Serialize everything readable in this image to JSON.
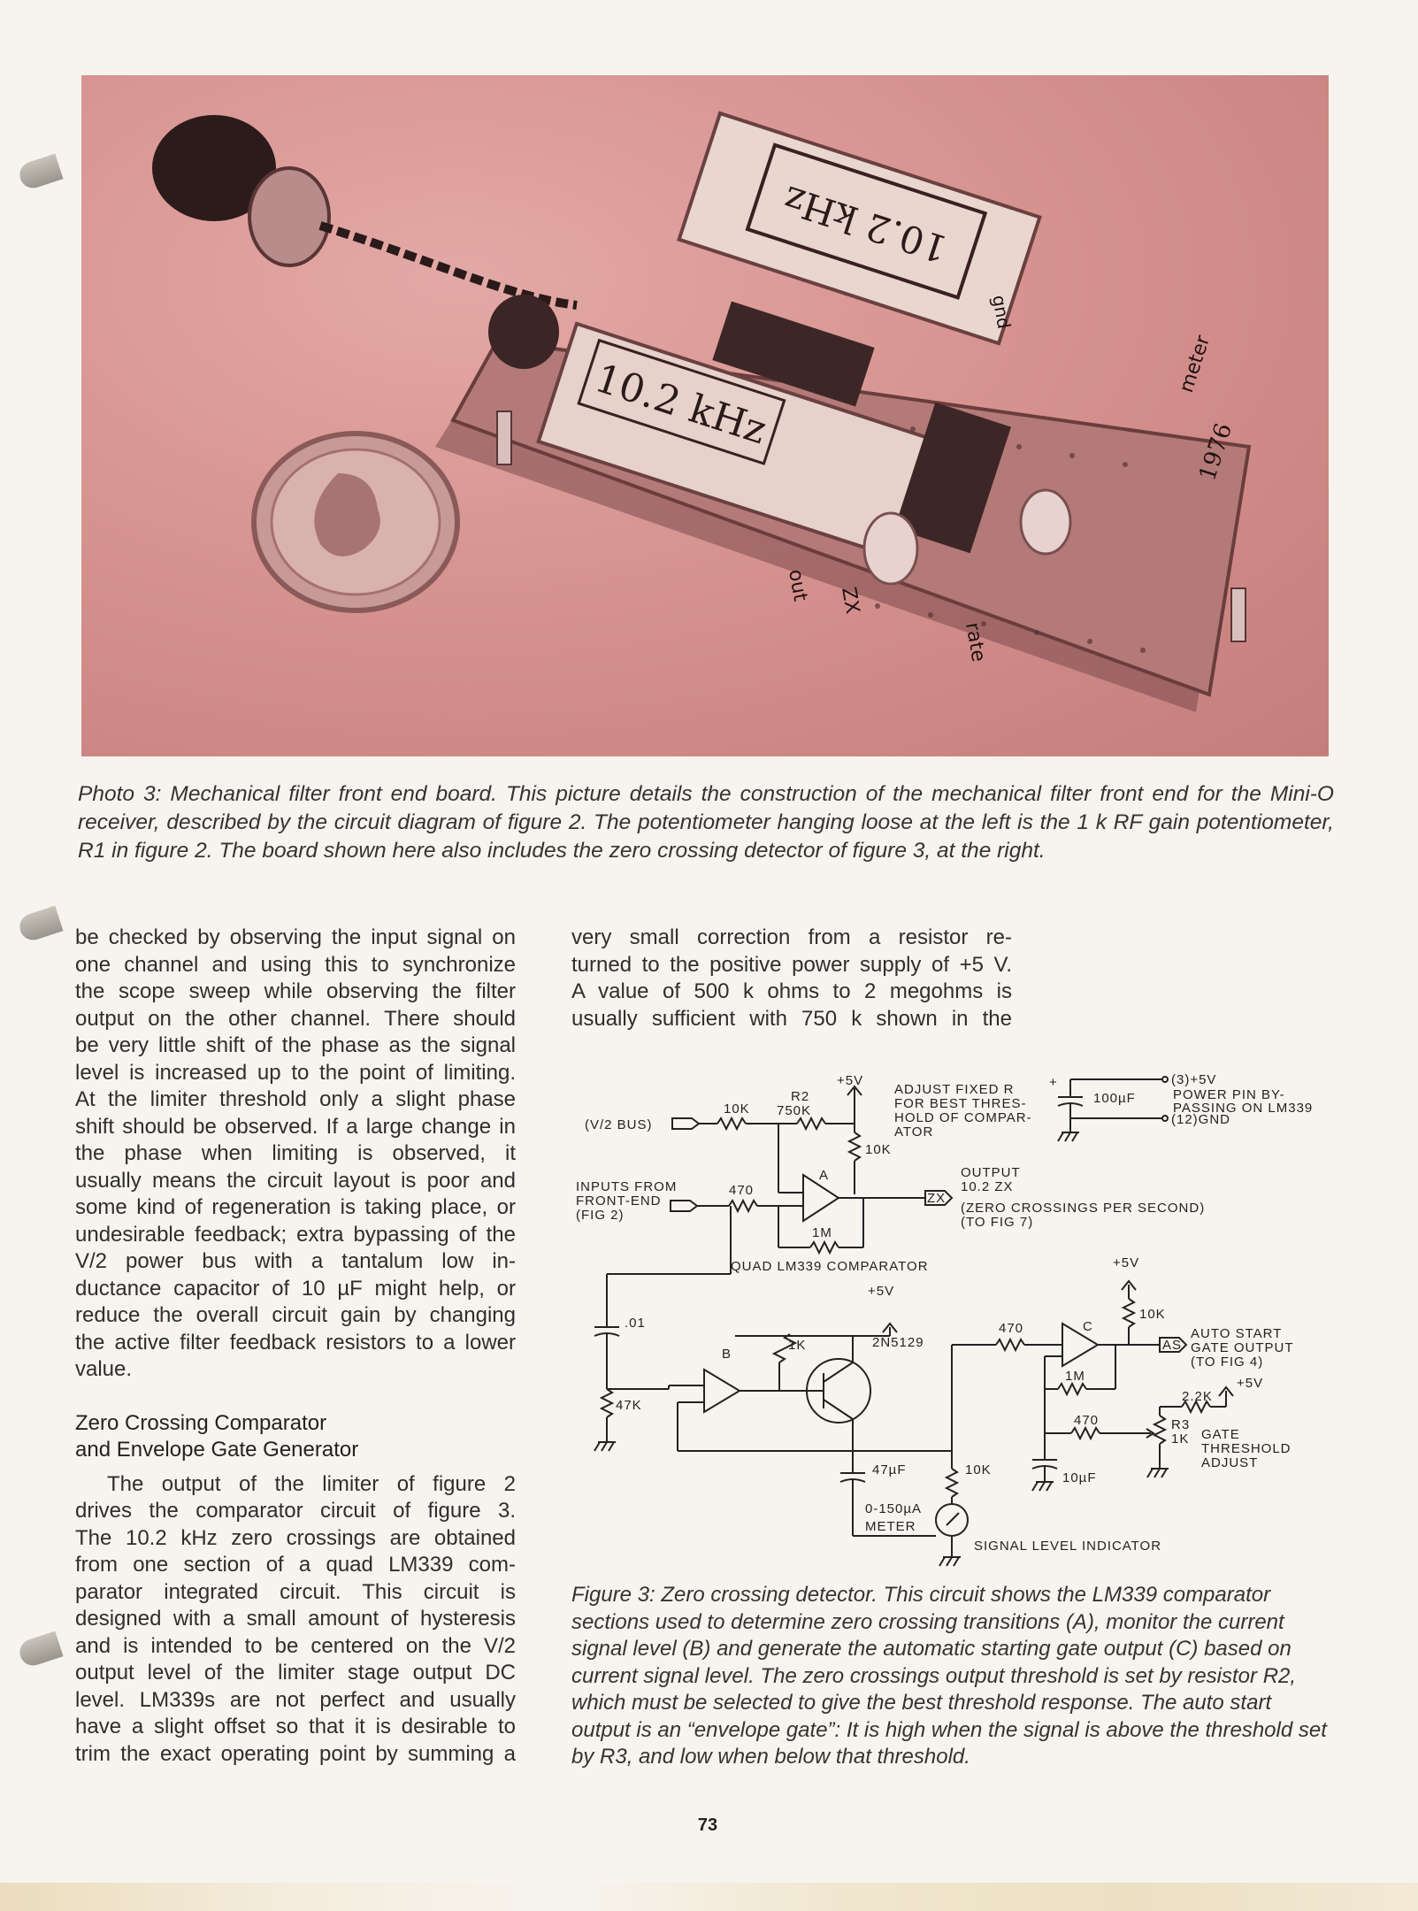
{
  "photo": {
    "filter_top_label": "10.2 kHz",
    "filter_bottom_label": "10.2 kHz",
    "board_labels": [
      "out",
      "ZX",
      "rate",
      "gnd",
      "meter",
      "1976"
    ]
  },
  "photo_caption": "Photo 3: Mechanical filter front end board. This picture details the construction of the mechanical filter front end for the Mini-O receiver, described by the circuit diagram of figure 2. The potentiometer hanging loose at the left is the 1 k RF gain potentiometer, R1 in figure 2. The board shown here also includes the zero crossing detector of figure 3, at the right.",
  "left_column": {
    "para1_lines": [
      "be checked by observing the input signal on",
      "one channel and using this to synchronize",
      "the scope sweep while observing the filter",
      "output on the other channel. There should",
      "be very little shift of the phase as the signal",
      "level is increased up to the point of limiting.",
      "At the limiter threshold only a slight phase",
      "shift should be observed. If a large change in",
      "the phase when limiting is observed, it",
      "usually means the circuit layout is poor and",
      "some kind of regeneration is taking place, or",
      "undesirable feedback; extra bypassing of the",
      "V/2 power bus with a tantalum low in-",
      "ductance capacitor of 10 µF might help, or",
      "reduce the overall circuit gain by changing",
      "the active filter feedback resistors to a lower",
      "value."
    ],
    "heading_line1": "Zero Crossing Comparator",
    "heading_line2": "and Envelope Gate Generator",
    "para2_lines": [
      "The output of the limiter of figure 2",
      "drives the comparator circuit of figure 3.",
      "The 10.2 kHz zero crossings are obtained",
      "from one section of a quad LM339 com-",
      "parator integrated circuit. This circuit is",
      "designed with a small amount of hysteresis",
      "and is intended to be centered on the V/2",
      "output level of the limiter stage output DC",
      "level. LM339s are not perfect and usually",
      "have a slight offset so that it is desirable to",
      "trim the exact operating point by summing a"
    ]
  },
  "right_column": {
    "para_lines": [
      "very small correction from a resistor re-",
      "turned to the positive power supply of +5 V.",
      "A value of 500 k ohms to 2 megohms is",
      "usually sufficient with 750 k shown in the"
    ]
  },
  "diagram": {
    "plus5v_top": "+5V",
    "r2": "R2",
    "r2_value": "750K",
    "adjust_note": [
      "ADJUST FIXED R",
      "FOR BEST THRES-",
      "HOLD OF COMPAR-",
      "ATOR"
    ],
    "r10k_input": "10K",
    "v2_bus": "(V/2 BUS)",
    "r10k_pullup_a": "10K",
    "inputs_from": [
      "INPUTS FROM",
      "FRONT-END",
      "(FIG 2)"
    ],
    "r470_a": "470",
    "comp_a": "A",
    "r1m_a": "1M",
    "output_note": [
      "OUTPUT",
      "10.2 ZX",
      "(ZERO CROSSINGS PER SECOND)",
      "(TO FIG 7)"
    ],
    "zx_tag": "ZX",
    "quad_label": "QUAD LM339 COMPARATOR",
    "cap_01": ".01",
    "r47k": "47K",
    "plus5v_b": "+5V",
    "r1k_b": "1K",
    "comp_b": "B",
    "transistor": "2N5129",
    "cap_47uf": "47µF",
    "r10k_meter": "10K",
    "meter_label": [
      "0-150µA",
      "METER"
    ],
    "signal_level": "SIGNAL LEVEL INDICATOR",
    "r470_c": "470",
    "comp_c": "C",
    "r1m_c": "1M",
    "r470_c2": "470",
    "cap_10uf": "10µF",
    "plus5v_c": "+5V",
    "r10k_c": "10K",
    "as_tag": "AS",
    "auto_start": [
      "AUTO START",
      "GATE OUTPUT",
      "(TO FIG 4)"
    ],
    "plus5v_r3": "+5V",
    "r2_2k": "2.2K",
    "r3": "R3",
    "r3_value": "1K",
    "gate_threshold": [
      "GATE",
      "THRESHOLD",
      "ADJUST"
    ],
    "bypass_plus": "+",
    "bypass_cap": "100µF",
    "pin3": "(3)+5V",
    "pin_note": [
      "POWER PIN BY-",
      "PASSING ON LM339"
    ],
    "pin12": "(12)GND"
  },
  "figure_caption": "Figure 3: Zero crossing detector. This circuit shows the LM339 comparator sections used to determine zero crossing transitions (A), monitor the current signal level (B) and generate the automatic starting gate output (C) based on current signal level. The zero crossings output threshold is set by resistor R2, which must be selected to give the best threshold response. The auto start output is an “envelope gate”: It is high when the signal is above the threshold set by R3, and low when below that threshold.",
  "page_number": "73"
}
